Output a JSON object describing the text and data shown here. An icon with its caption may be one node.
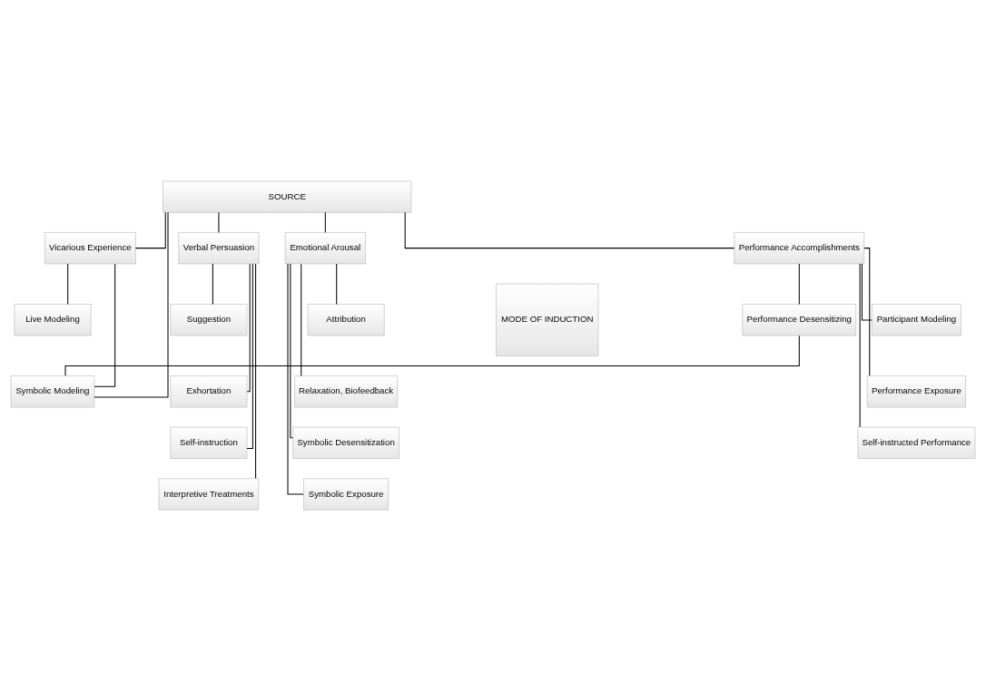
{
  "diagram": {
    "nodes": [
      {
        "text": [
          "SOURCE"
        ]
      },
      {
        "text": [
          "Performance Accomplishments"
        ]
      },
      {
        "text": [
          "Vicarious Experience"
        ]
      },
      {
        "text": [
          "Verbal Persuasion"
        ]
      },
      {
        "text": [
          "Emotional Arousal"
        ]
      },
      {
        "text": [
          "MODE OF INDUCTION"
        ]
      },
      {
        "text": [
          "Participant Modeling"
        ]
      },
      {
        "text": [
          "Performance Desensitizing"
        ]
      },
      {
        "text": [
          "Performance Exposure"
        ]
      },
      {
        "text": [
          "Self-instructed Performance"
        ]
      },
      {
        "text": [
          "Live Modeling"
        ]
      },
      {
        "text": [
          "Symbolic Modeling"
        ]
      },
      {
        "text": [
          "Suggestion"
        ]
      },
      {
        "text": [
          "Exhortation"
        ]
      },
      {
        "text": [
          "Self-instruction"
        ]
      },
      {
        "text": [
          "Interpretive Treatments"
        ]
      },
      {
        "text": [
          "Attribution"
        ]
      },
      {
        "text": [
          "Relaxation, Biofeedback"
        ]
      },
      {
        "text": [
          "Symbolic Desensitization"
        ]
      },
      {
        "text": [
          "Symbolic Exposure"
        ]
      }
    ],
    "edges": [
      {
        "from": 0,
        "to": 1,
        "arrow": "none"
      },
      {
        "from": 0,
        "to": 2,
        "arrow": "none"
      },
      {
        "from": 0,
        "to": 3,
        "arrow": "none"
      },
      {
        "from": 0,
        "to": 4,
        "arrow": "none"
      },
      {
        "from": 0,
        "to": 11,
        "arrow": "none"
      },
      {
        "from": 1,
        "to": 6,
        "arrow": "none"
      },
      {
        "from": 1,
        "to": 7,
        "arrow": "none"
      },
      {
        "from": 1,
        "to": 8,
        "arrow": "none"
      },
      {
        "from": 1,
        "to": 9,
        "arrow": "none"
      },
      {
        "from": 2,
        "to": 10,
        "arrow": "none"
      },
      {
        "from": 2,
        "to": 11,
        "arrow": "none"
      },
      {
        "from": 7,
        "to": 11,
        "arrow": "none"
      },
      {
        "from": 3,
        "to": 12,
        "arrow": "none"
      },
      {
        "from": 3,
        "to": 13,
        "arrow": "none"
      },
      {
        "from": 3,
        "to": 14,
        "arrow": "none"
      },
      {
        "from": 3,
        "to": 15,
        "arrow": "none"
      },
      {
        "from": 4,
        "to": 16,
        "arrow": "none"
      },
      {
        "from": 4,
        "to": 17,
        "arrow": "none"
      },
      {
        "from": 4,
        "to": 18,
        "arrow": "none"
      },
      {
        "from": 4,
        "to": 19,
        "arrow": "none"
      }
    ]
  }
}
